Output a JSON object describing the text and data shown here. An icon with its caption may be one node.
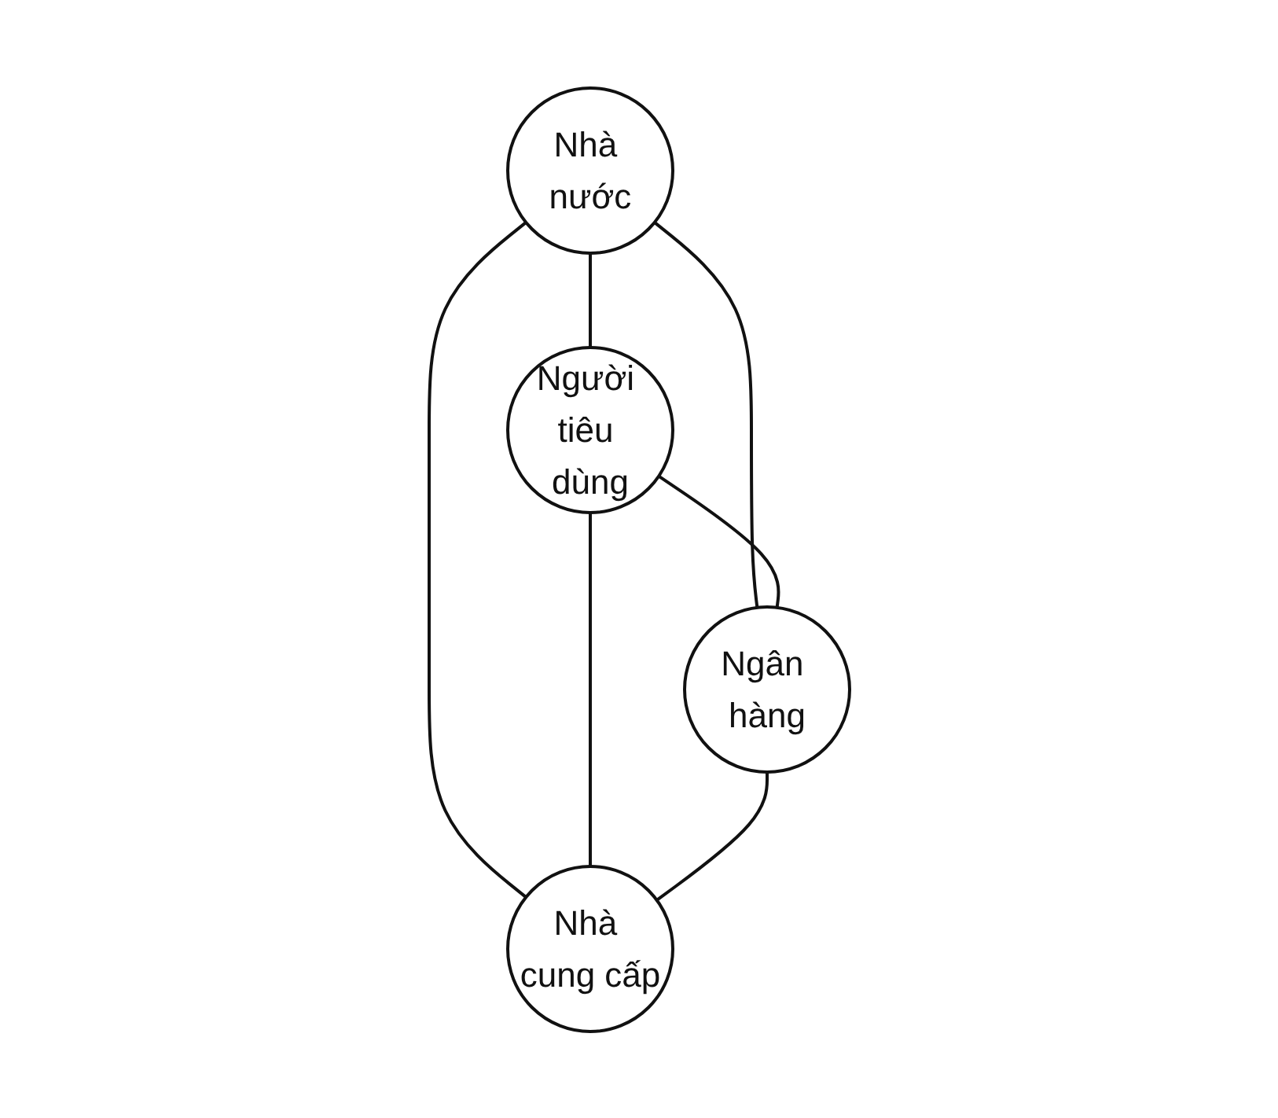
{
  "diagram": {
    "nodes": [
      {
        "text": [
          "Nhà nước"
        ]
      },
      {
        "text": [
          "Người tiêu dùng"
        ]
      },
      {
        "text": [
          "Ngân hàng"
        ]
      },
      {
        "text": [
          "Nhà cung cấp"
        ]
      }
    ],
    "edges": [
      {
        "from": 0,
        "to": 1,
        "arrow": "none"
      },
      {
        "from": 0,
        "to": 2,
        "arrow": "none"
      },
      {
        "from": 0,
        "to": 3,
        "arrow": "none"
      },
      {
        "from": 1,
        "to": 2,
        "arrow": "none"
      },
      {
        "from": 1,
        "to": 3,
        "arrow": "none"
      },
      {
        "from": 2,
        "to": 3,
        "arrow": "none"
      }
    ]
  }
}
